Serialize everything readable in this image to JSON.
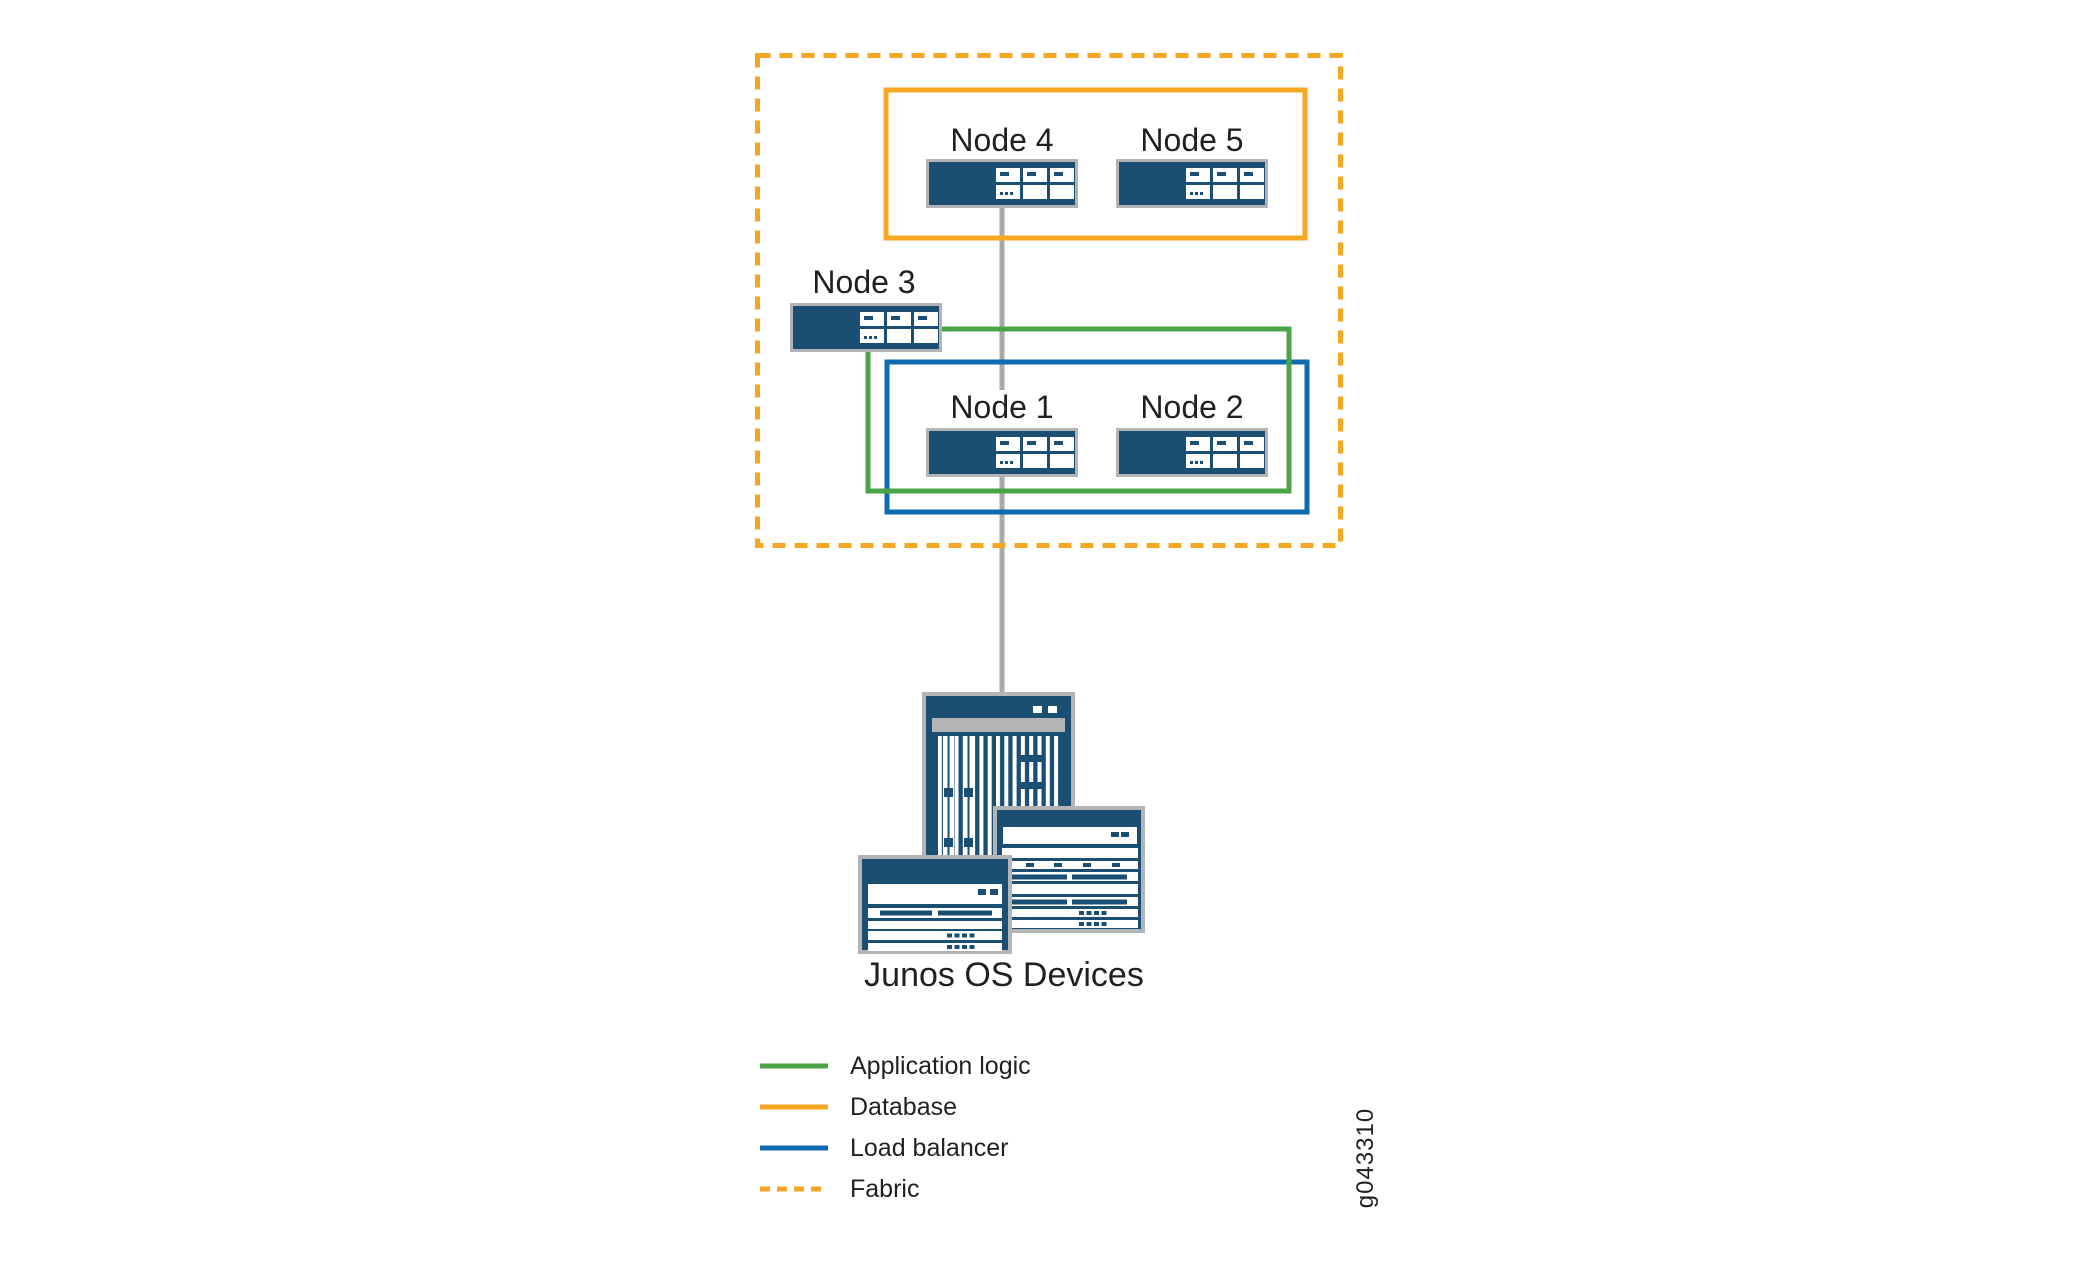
{
  "figure": {
    "nodes": [
      {
        "id": "node-4",
        "label": "Node 4"
      },
      {
        "id": "node-5",
        "label": "Node 5"
      },
      {
        "id": "node-3",
        "label": "Node 3"
      },
      {
        "id": "node-1",
        "label": "Node 1"
      },
      {
        "id": "node-2",
        "label": "Node 2"
      }
    ],
    "devices_label": "Junos OS Devices",
    "figure_id": "g043310"
  },
  "legend": {
    "items": [
      {
        "label": "Application logic",
        "color": "#4BA546",
        "line_style": "solid"
      },
      {
        "label": "Database",
        "color": "#F5A623",
        "line_style": "solid"
      },
      {
        "label": "Load balancer",
        "color": "#0F6BB0",
        "line_style": "solid"
      },
      {
        "label": "Fabric",
        "color": "#F5A623",
        "line_style": "dashed"
      }
    ]
  },
  "colors": {
    "application_logic": "#4BA546",
    "database": "#F5A623",
    "load_balancer": "#0F6BB0",
    "fabric": "#F5A623",
    "device_fill": "#1B4E73",
    "device_border": "#B2B4B6",
    "connector": "#A7A9AC",
    "text": "#231F20",
    "background": "#FFFFFF"
  }
}
